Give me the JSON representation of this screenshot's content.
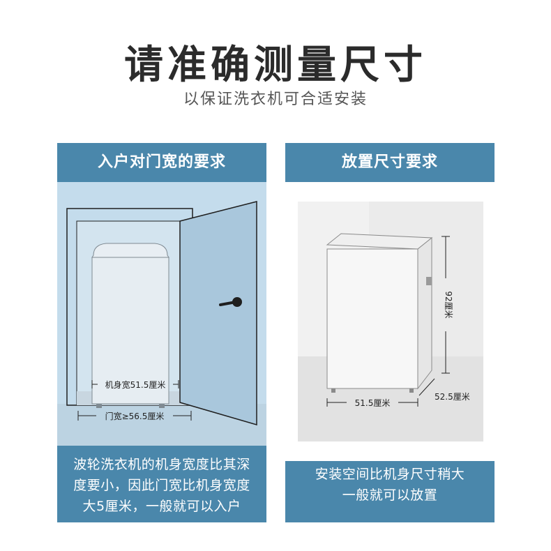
{
  "header": {
    "title": "请准确测量尺寸",
    "subtitle": "以保证洗衣机可合适安装"
  },
  "left_panel": {
    "heading": "入户对门宽的要求",
    "machine_width_label": "机身宽51.5厘米",
    "door_width_label": "门宽≥56.5厘米",
    "footer_lines": [
      "波轮洗衣机的机身宽度比其深",
      "度要小，因此门宽比机身宽度",
      "大5厘米，一般就可以入户"
    ]
  },
  "right_panel": {
    "heading": "放置尺寸要求",
    "height_label": "92厘米",
    "depth_label": "52.5厘米",
    "width_label": "51.5厘米",
    "footer_lines": [
      "安装空间比机身尺寸稍大",
      "一般就可以放置"
    ]
  },
  "colors": {
    "panel_blue": "#4a87ab",
    "scene_light_blue": "#c4dcec",
    "title_text": "#2b2b2b"
  }
}
